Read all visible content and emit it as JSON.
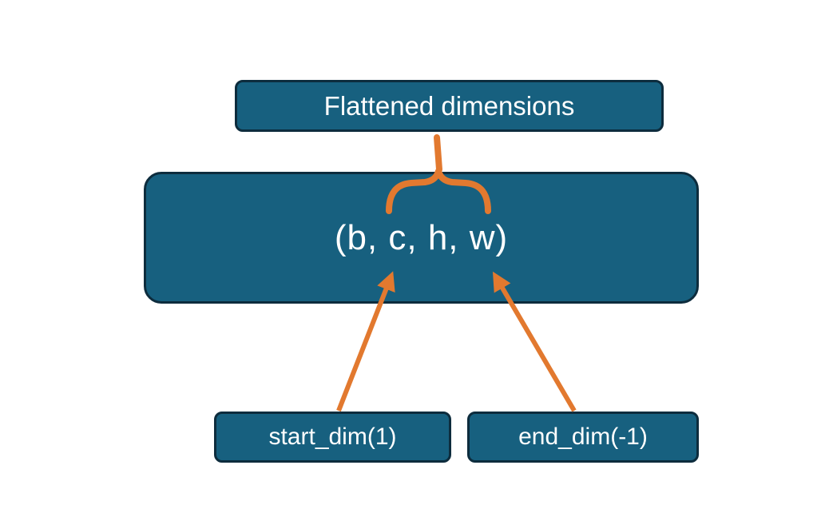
{
  "diagram": {
    "title_box": {
      "label": "Flattened dimensions"
    },
    "tensor_box": {
      "label": "(b, c, h, w)"
    },
    "start_dim_box": {
      "label": "start_dim(1)"
    },
    "end_dim_box": {
      "label": "end_dim(-1)"
    },
    "colors": {
      "box_fill": "#17607f",
      "box_border": "#0d2c3d",
      "text": "#ffffff",
      "connector_orange": "#e2792f",
      "background": "#ffffff"
    }
  }
}
